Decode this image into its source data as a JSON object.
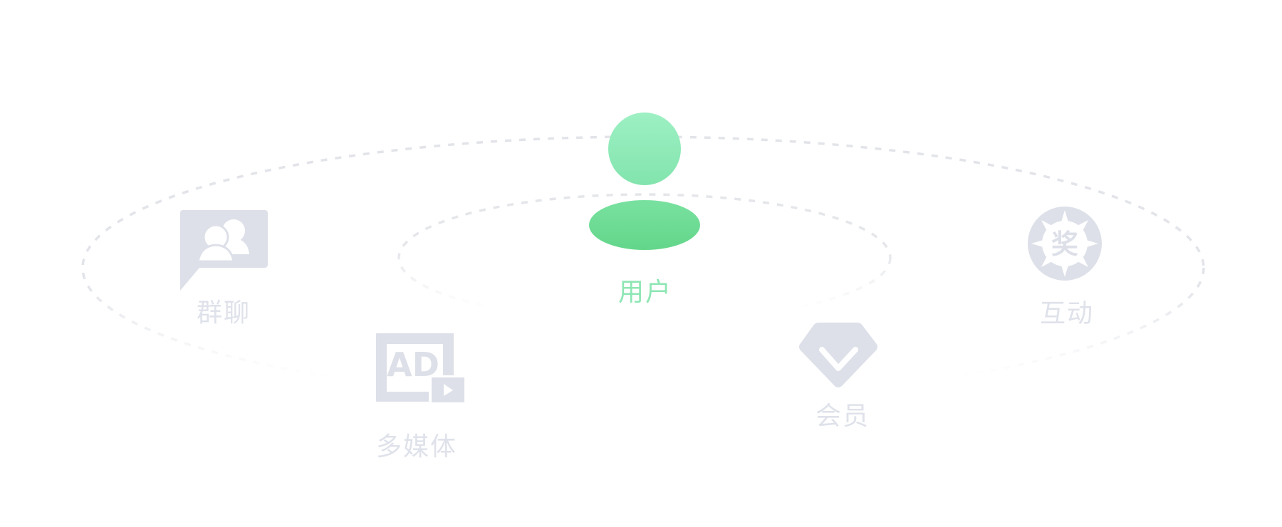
{
  "colors": {
    "active_light": "#9af0c0",
    "active_dark": "#66d98e",
    "active_text": "#8ee6b4",
    "muted_icon": "#dde0e8",
    "muted_text": "#dfe2ea",
    "orbit": "#e2e4e9"
  },
  "nodes": {
    "user": {
      "label": "用户",
      "icon": "user-icon",
      "state": "active"
    },
    "group_chat": {
      "label": "群聊",
      "icon": "group-chat-icon",
      "state": "muted"
    },
    "multimedia": {
      "label": "多媒体",
      "icon": "ad-video-icon",
      "state": "muted"
    },
    "member": {
      "label": "会员",
      "icon": "diamond-icon",
      "state": "muted"
    },
    "interaction": {
      "label": "互动",
      "icon": "prize-badge-icon",
      "state": "muted",
      "badge_text": "奖"
    }
  }
}
